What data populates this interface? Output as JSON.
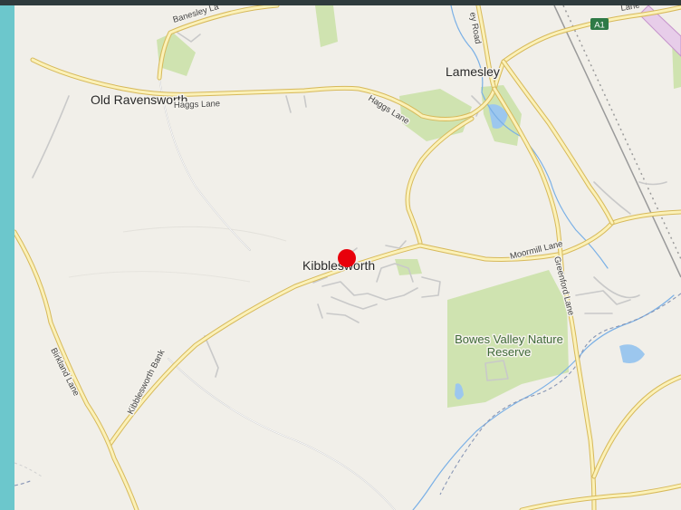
{
  "map": {
    "places": {
      "old_ravensworth": "Old Ravensworth",
      "lamesley": "Lamesley",
      "kibblesworth": "Kibblesworth"
    },
    "roads": {
      "banesley_lane": "Banesley La",
      "haggs_lane_west": "Haggs Lane",
      "haggs_lane_east": "Haggs Lane",
      "moormill_lane": "Moormill Lane",
      "greenford_lane": "Greenford Lane",
      "kibblesworth_bank": "Kibblesworth Bank",
      "birkland_lane": "Birkland Lane",
      "ey_road": "ey Road",
      "lane_top": "Lane",
      "a1_shield": "A1"
    },
    "parks": {
      "bowes_valley_line1": "Bowes Valley Nature",
      "bowes_valley_line2": "Reserve"
    },
    "marker": {
      "label": "location marker",
      "color": "#e8000b"
    },
    "colors": {
      "background": "#f1efe9",
      "road": "#fbf1b8",
      "park": "#cfe3b0",
      "water": "#7ab0e6",
      "frame": "#6cc7cc"
    }
  }
}
